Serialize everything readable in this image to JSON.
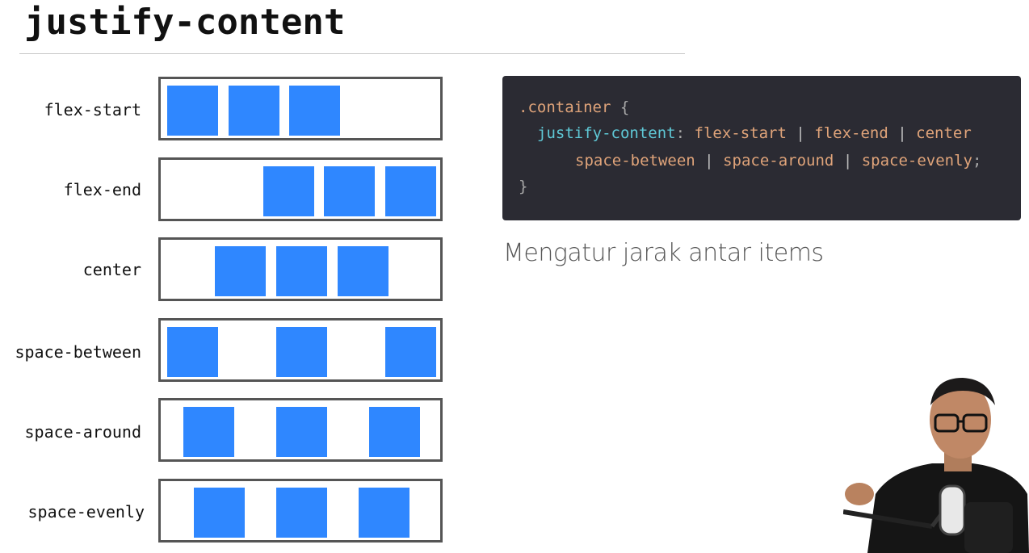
{
  "title": "justify-content",
  "rows": [
    {
      "label": "flex-start"
    },
    {
      "label": "flex-end"
    },
    {
      "label": "center"
    },
    {
      "label": "space-between"
    },
    {
      "label": "space-around"
    },
    {
      "label": "space-evenly"
    }
  ],
  "colors": {
    "item": "#2f87ff",
    "code_bg": "#2b2b33"
  },
  "code": {
    "selector": ".container",
    "open_brace": "{",
    "property": "justify-content",
    "colon": ":",
    "values_line1": [
      "flex-start",
      "flex-end",
      "center"
    ],
    "values_line2": [
      "space-between",
      "space-around",
      "space-evenly"
    ],
    "separator": "|",
    "semicolon": ";",
    "close_brace": "}"
  },
  "description": "Mengatur jarak antar items"
}
